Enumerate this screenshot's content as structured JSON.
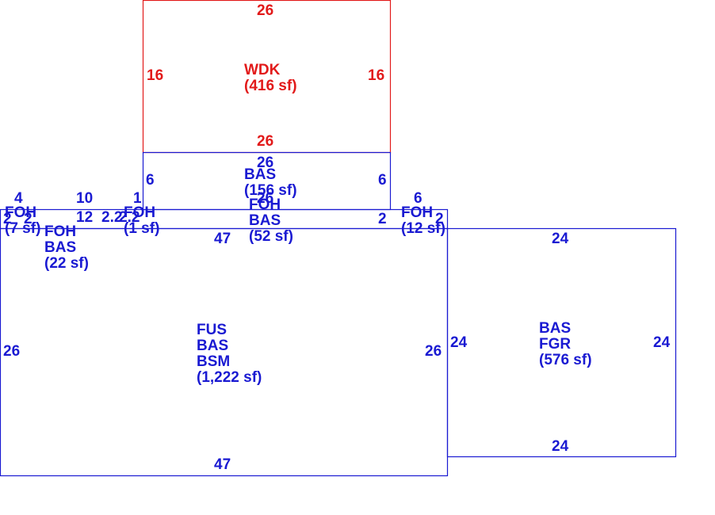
{
  "colors": {
    "red": "#e21a1a",
    "blue": "#1a1ad2"
  },
  "dims": {
    "wdk_top": "26",
    "wdk_left": "16",
    "wdk_right": "16",
    "wdk_bottom": "26",
    "bas1_top": "26",
    "bas1_left": "6",
    "bas1_right": "6",
    "foh_left_top": "4",
    "foh_left_side": "2",
    "foh_left_side2": "2",
    "foh_bas_top": "10",
    "foh_bas_side": "12",
    "small_a": "2.2",
    "small_b": "2.2",
    "foh_small_top": "1",
    "foh_center_top": "26",
    "foh_center_right": "2",
    "foh_right_top": "6",
    "foh_right_side": "2",
    "main_top": "47",
    "main_left": "26",
    "main_right": "26",
    "main_bottom": "47",
    "gar_top": "24",
    "gar_left": "24",
    "gar_right": "24",
    "gar_bottom": "24"
  },
  "areas": {
    "wdk": {
      "l1": "WDK",
      "l2": "(416 sf)"
    },
    "bas156": {
      "l1": "BAS",
      "l2": "(156 sf)"
    },
    "foh52": {
      "l1": "FOH",
      "l2": "BAS",
      "l3": "(52 sf)"
    },
    "foh7": {
      "l1": "FOH",
      "l2": "(7 sf)"
    },
    "foh22": {
      "l1": "FOH",
      "l2": "BAS",
      "l3": "(22 sf)"
    },
    "foh1": {
      "l1": "FOH",
      "l2": "(1 sf)"
    },
    "foh12": {
      "l1": "FOH",
      "l2": "(12 sf)"
    },
    "main": {
      "l1": "FUS",
      "l2": "BAS",
      "l3": "BSM",
      "l4": "(1,222 sf)"
    },
    "garage": {
      "l1": "BAS",
      "l2": "FGR",
      "l3": "(576 sf)"
    }
  }
}
